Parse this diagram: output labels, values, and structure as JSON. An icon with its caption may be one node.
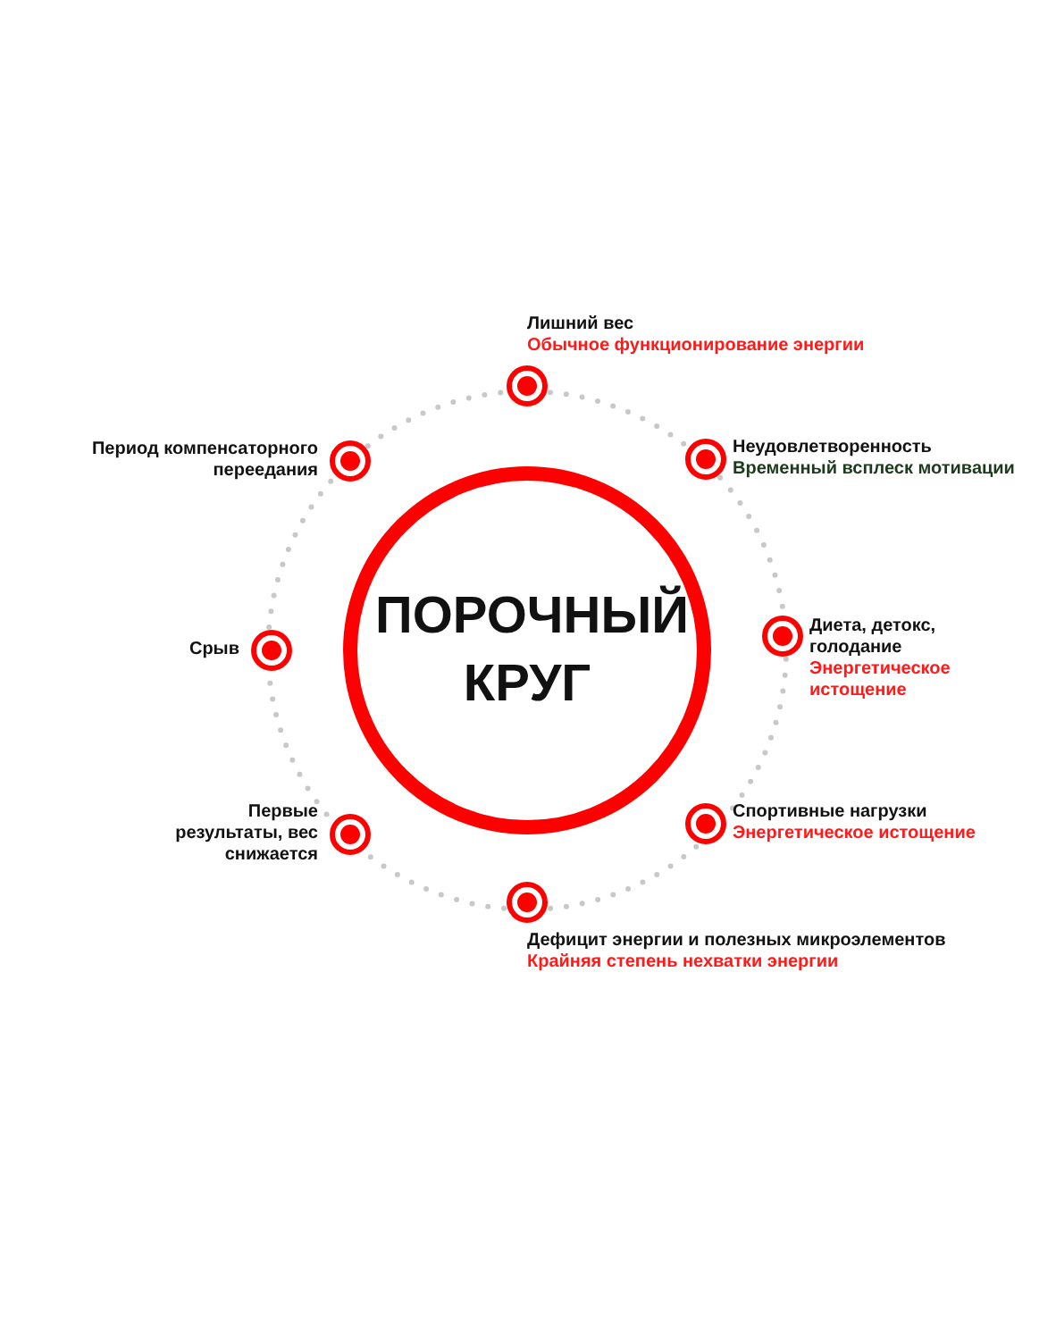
{
  "diagram": {
    "nodes": [
      {
        "text": [
          "ПОРОЧНЫЙ КРУГ"
        ]
      },
      {
        "text": [
          "Лишний вес",
          "Обычное функционирование энергии"
        ]
      },
      {
        "text": [
          "Неудовлетворенность",
          "Временный всплеск мотивации"
        ]
      },
      {
        "text": [
          "Диета, детокс, голодание",
          "Энергетическое истощение"
        ]
      },
      {
        "text": [
          "Спортивные нагрузки",
          "Энергетическое истощение"
        ]
      },
      {
        "text": [
          "Дефицит энергии и полезных микроэлементов",
          "Крайняя степень нехватки энергии"
        ]
      },
      {
        "text": [
          "Первые результаты, вес снижается"
        ]
      },
      {
        "text": [
          "Срыв"
        ]
      },
      {
        "text": [
          "Период компенсаторного переедания"
        ]
      }
    ],
    "edges": [
      {
        "from": 1,
        "to": 2,
        "arrow": "none",
        "style": "dashed"
      },
      {
        "from": 2,
        "to": 3,
        "arrow": "none",
        "style": "dashed"
      },
      {
        "from": 3,
        "to": 4,
        "arrow": "none",
        "style": "dashed"
      },
      {
        "from": 4,
        "to": 5,
        "arrow": "none",
        "style": "dashed"
      },
      {
        "from": 5,
        "to": 6,
        "arrow": "none",
        "style": "dashed"
      },
      {
        "from": 6,
        "to": 7,
        "arrow": "none",
        "style": "dashed"
      },
      {
        "from": 7,
        "to": 8,
        "arrow": "none",
        "style": "dashed"
      },
      {
        "from": 8,
        "to": 1,
        "arrow": "none",
        "style": "dashed"
      }
    ]
  }
}
